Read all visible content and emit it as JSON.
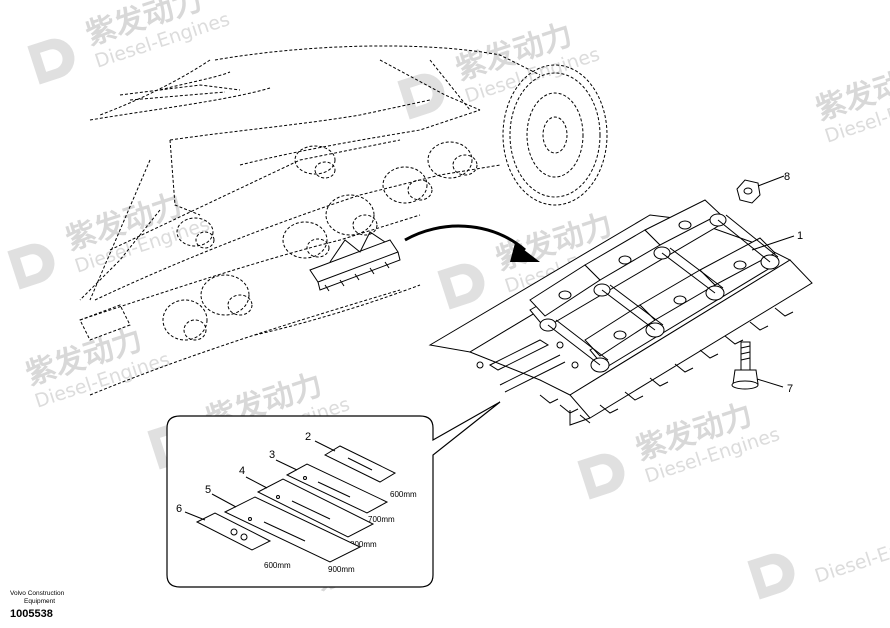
{
  "watermark": {
    "text_cn": "紫发动力",
    "text_en": "Diesel-Engines"
  },
  "callouts": [
    {
      "num": "1"
    },
    {
      "num": "2"
    },
    {
      "num": "3"
    },
    {
      "num": "4"
    },
    {
      "num": "5"
    },
    {
      "num": "6"
    },
    {
      "num": "7"
    },
    {
      "num": "8"
    }
  ],
  "shoe_widths": [
    "600mm",
    "700mm",
    "800mm",
    "900mm",
    "600mm"
  ],
  "footer": {
    "brand_line1": "Volvo Construction",
    "brand_line2": "Equipment",
    "part_number": "1005538"
  }
}
